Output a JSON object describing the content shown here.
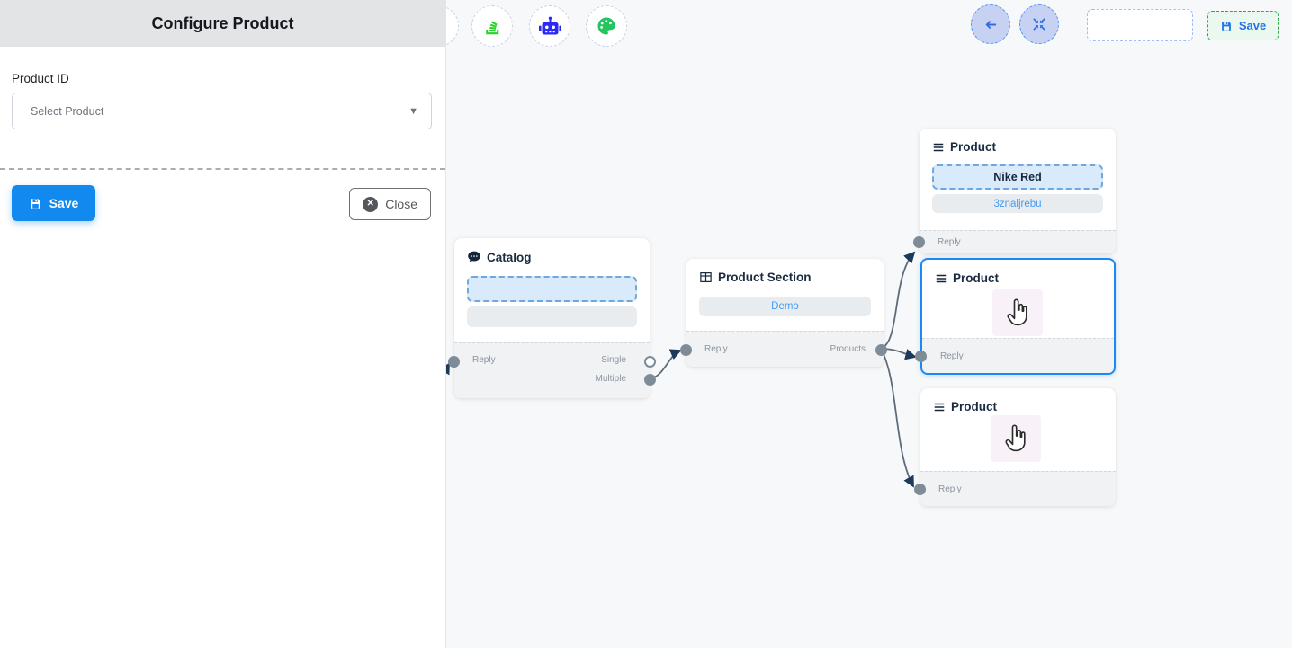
{
  "panel": {
    "title": "Configure Product",
    "product_id_label": "Product ID",
    "select_value": "Select Product",
    "save_label": "Save",
    "close_label": "Close"
  },
  "canvas_toolbar": {
    "save_label": "Save",
    "left_icons": [
      "stack-icon",
      "robot-icon",
      "palette-icon"
    ],
    "right_icons": [
      "back-arrow-icon",
      "fit-view-icon"
    ]
  },
  "flow": {
    "nodes": [
      {
        "id": "catalog",
        "title": "Catalog",
        "reply_label": "Reply",
        "single_label": "Single",
        "multiple_label": "Multiple"
      },
      {
        "id": "product-section",
        "title": "Product Section",
        "value": "Demo",
        "reply_label": "Reply",
        "products_label": "Products"
      },
      {
        "id": "product-1",
        "title": "Product",
        "value": "Nike Red",
        "value2": "3znaljrebu",
        "reply_label": "Reply"
      },
      {
        "id": "product-2",
        "title": "Product",
        "reply_label": "Reply",
        "selected": true
      },
      {
        "id": "product-3",
        "title": "Product",
        "reply_label": "Reply"
      }
    ],
    "edges": [
      {
        "from": "catalog.multiple",
        "to": "product-section.reply"
      },
      {
        "from": "product-section.products",
        "to": "product-1.reply"
      },
      {
        "from": "product-section.products",
        "to": "product-2.reply"
      },
      {
        "from": "product-section.products",
        "to": "product-3.reply"
      }
    ]
  },
  "colors": {
    "primary_blue": "#1189ee",
    "selected_node_border": "#1e88f2",
    "edge": "#5d6b7a",
    "arrowhead": "#1d3a5c",
    "stack_green": "#2ad12a",
    "robot_blue": "#2b2af5",
    "palette_green": "#22c55e",
    "save_dashed_green": "#2da44e",
    "canvas_bg": "#f7f8f9",
    "panel_header_bg": "#e3e4e6"
  }
}
